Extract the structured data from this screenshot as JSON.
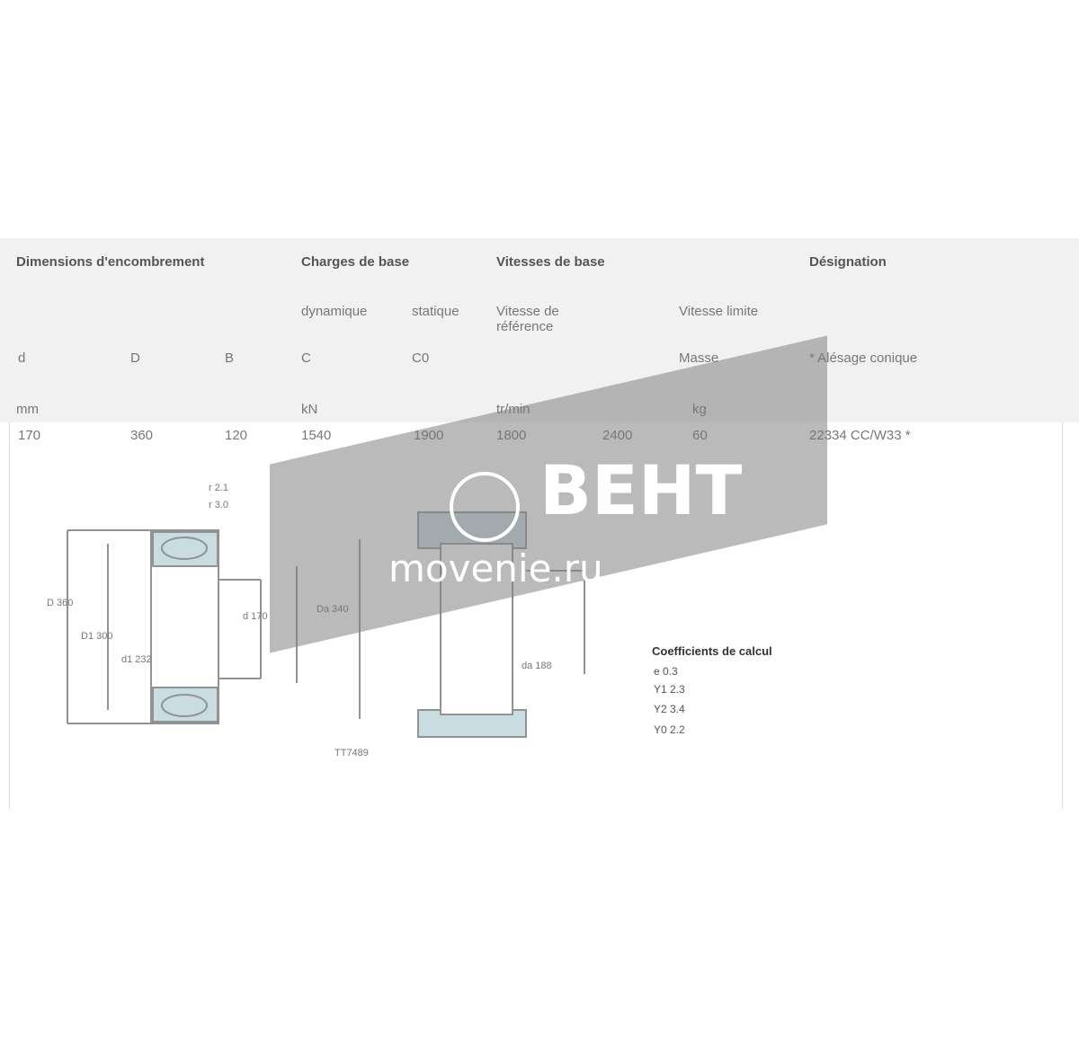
{
  "header": {
    "dimensions": "Dimensions d'encombrement",
    "charges": "Charges de base",
    "vitesses": "Vitesses de base",
    "designation": "Désignation",
    "dynamique": "dynamique",
    "statique": "statique",
    "vitesse_ref": "Vitesse de référence",
    "vitesse_lim": "Vitesse limite",
    "masse": "Masse",
    "d": "d",
    "D": "D",
    "B": "B",
    "C": "C",
    "C0": "C0",
    "alesage": "* Alésage conique",
    "unit_mm": "mm",
    "unit_kn": "kN",
    "unit_rpm": "tr/min",
    "unit_kg": "kg"
  },
  "row": {
    "d": "170",
    "D": "360",
    "B": "120",
    "C": "1540",
    "C0": "1900",
    "vref": "1800",
    "vlim": "2400",
    "masse": "60",
    "designation": "22334 CC/W33 *"
  },
  "drawing": {
    "labels": [
      "r 2.1",
      "r 3.0",
      "D 360",
      "d 170",
      "D1 300",
      "d1 232",
      "Da 340",
      "da 188"
    ],
    "code": "TT7489"
  },
  "calc": {
    "title": "Coefficients de calcul",
    "lines": [
      "e 0.3",
      "Y1 2.3",
      "Y2 3.4",
      "Y0 2.2"
    ]
  },
  "watermark": {
    "brand": "ВЕНТ",
    "site": "movenie.ru"
  }
}
